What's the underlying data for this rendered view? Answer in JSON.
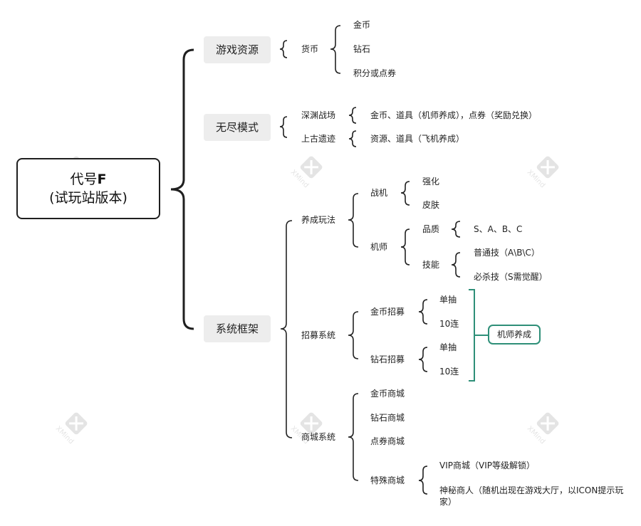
{
  "root": {
    "line1_a": "代号",
    "line1_b": "F",
    "line2": "(试玩站版本)"
  },
  "branches": {
    "resources": {
      "label": "游戏资源",
      "currency": {
        "label": "货币",
        "items": [
          "金币",
          "钻石",
          "积分或点券"
        ]
      }
    },
    "endless": {
      "label": "无尽模式",
      "abyss": {
        "label": "深渊战场",
        "reward": "金币、道具（机师养成），点券（奖励兑换）"
      },
      "ancient": {
        "label": "上古遗迹",
        "reward": "资源、道具（飞机养成）"
      }
    },
    "system": {
      "label": "系统框架",
      "cultivation": {
        "label": "养成玩法",
        "fighter": {
          "label": "战机",
          "items": [
            "强化",
            "皮肤"
          ]
        },
        "pilot": {
          "label": "机师",
          "quality": {
            "label": "品质",
            "value": "S、A、B、C"
          },
          "skills": {
            "label": "技能",
            "items": [
              "普通技（A\\B\\C）",
              "必杀技（S需觉醒）"
            ]
          }
        }
      },
      "recruit": {
        "label": "招募系统",
        "gold": {
          "label": "金币招募",
          "items": [
            "单抽",
            "10连"
          ]
        },
        "diamond": {
          "label": "钻石招募",
          "items": [
            "单抽",
            "10连"
          ]
        },
        "summary": "机师养成"
      },
      "shop": {
        "label": "商城系统",
        "items": [
          "金币商城",
          "钻石商城",
          "点券商城"
        ],
        "special": {
          "label": "特殊商城",
          "items": [
            "VIP商城（VIP等级解锁）",
            "神秘商人（随机出现在游戏大厅，以ICON提示玩家）"
          ]
        }
      }
    }
  },
  "watermark": {
    "brand": "XMind"
  }
}
